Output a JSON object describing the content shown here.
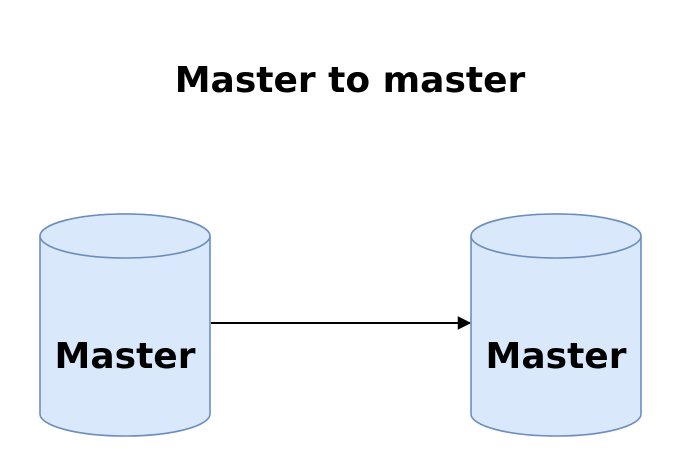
{
  "diagram": {
    "title": "Master to master",
    "nodes": [
      {
        "id": "left-master",
        "shape": "database-cylinder",
        "label": "Master"
      },
      {
        "id": "right-master",
        "shape": "database-cylinder",
        "label": "Master"
      }
    ],
    "edge": {
      "type": "arrow",
      "direction": "left-to-right",
      "from": "left-master",
      "to": "right-master"
    },
    "colors": {
      "background": "#ffffff",
      "node_fill": "#dae8fc",
      "node_stroke": "#6c8ebf",
      "arrow": "#000000",
      "text": "#000000"
    }
  }
}
